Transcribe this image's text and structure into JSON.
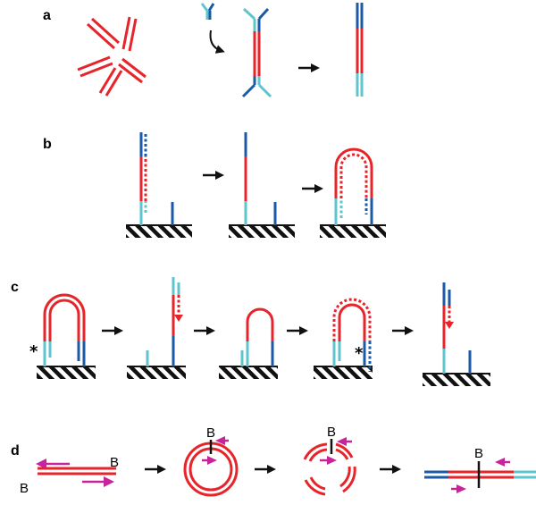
{
  "panels": {
    "a": {
      "label": "a"
    },
    "b": {
      "label": "b"
    },
    "c": {
      "label": "c"
    },
    "d": {
      "label": "d"
    }
  },
  "markers": {
    "asterisk": "*",
    "barcode": "B"
  },
  "colors": {
    "red": "#e8242b",
    "dark_blue": "#1a5aa6",
    "light_blue": "#5ec5cf",
    "magenta": "#c8239a",
    "black": "#111111"
  }
}
